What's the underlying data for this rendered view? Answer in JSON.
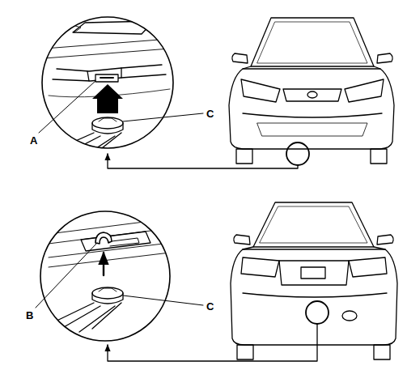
{
  "diagram": {
    "labels": [
      "A",
      "C",
      "B",
      "C"
    ]
  }
}
